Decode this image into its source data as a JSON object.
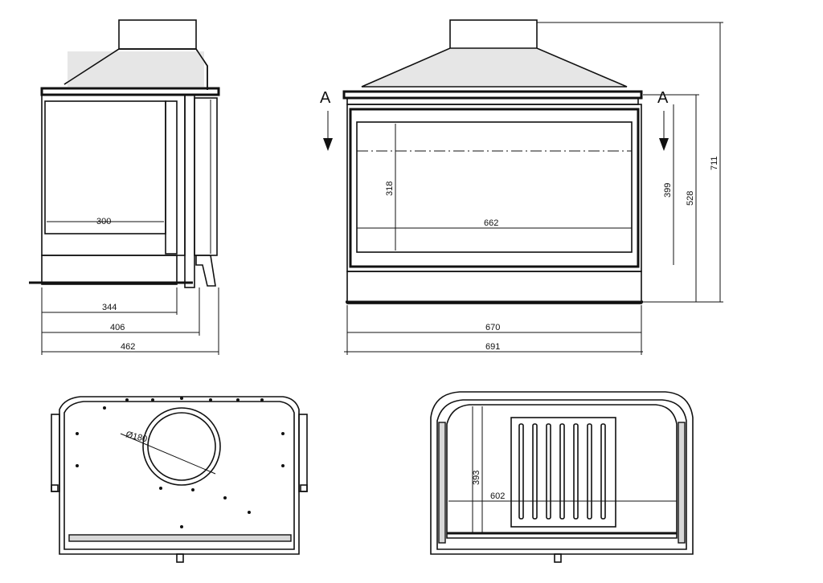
{
  "side_view": {
    "dim_300": "300",
    "dim_344": "344",
    "dim_406": "406",
    "dim_462": "462"
  },
  "front_view": {
    "section_mark_left": "A",
    "section_mark_right": "A",
    "dim_318": "318",
    "dim_662": "662",
    "dim_399": "399",
    "dim_528": "528",
    "dim_711": "711",
    "dim_670": "670",
    "dim_691": "691"
  },
  "top_view": {
    "dim_diameter": "Ø180"
  },
  "section_view": {
    "dim_393": "393",
    "dim_602": "602"
  }
}
